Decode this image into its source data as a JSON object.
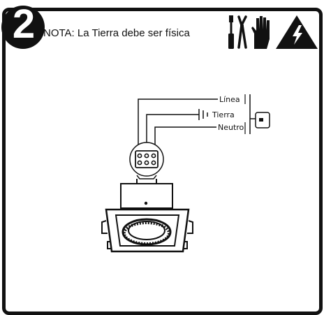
{
  "step": {
    "number": "2"
  },
  "note": {
    "text": "NOTA: La Tierra debe ser física"
  },
  "icons": [
    "screwdriver-icon",
    "pliers-icon",
    "glove-icon",
    "high-voltage-warning-icon"
  ],
  "wires": {
    "linea": "Línea",
    "tierra": "Tierra",
    "neutro": "Neutro"
  },
  "colors": {
    "stroke": "#111111",
    "background": "#ffffff"
  }
}
